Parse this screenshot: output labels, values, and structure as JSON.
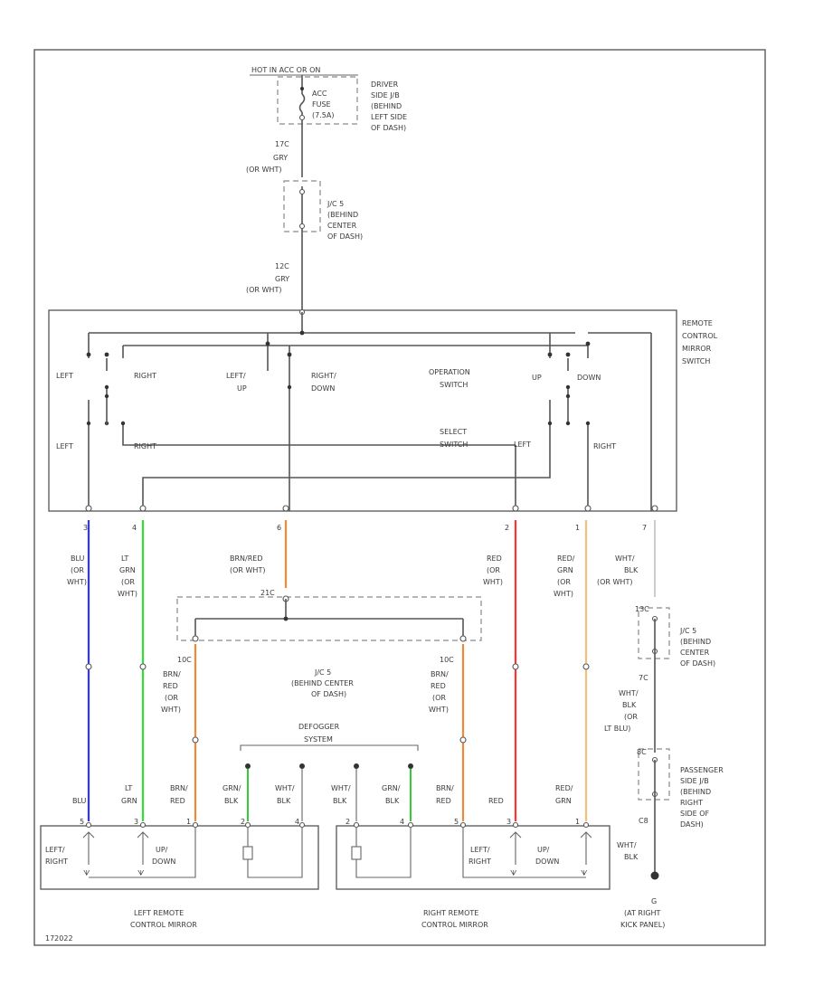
{
  "hot": {
    "label": "HOT IN ACC OR ON"
  },
  "fuse": {
    "l1": "ACC",
    "l2": "FUSE",
    "l3": "(7.5A)",
    "loc1": "DRIVER",
    "loc2": "SIDE J/B",
    "loc3": "(BEHIND",
    "loc4": "LEFT SIDE",
    "loc5": "OF DASH)"
  },
  "w1": {
    "pin": "17C",
    "c1": "GRY",
    "c2": "(OR WHT)"
  },
  "jc1": {
    "l1": "J/C 5",
    "l2": "(BEHIND",
    "l3": "CENTER",
    "l4": "OF DASH)"
  },
  "w2": {
    "pin": "12C",
    "c1": "GRY",
    "c2": "(OR WHT)"
  },
  "sw": {
    "name1": "REMOTE",
    "name2": "CONTROL",
    "name3": "MIRROR",
    "name4": "SWITCH",
    "left": "LEFT",
    "right": "RIGHT",
    "left_up1": "LEFT/",
    "left_up2": "UP",
    "right_down1": "RIGHT/",
    "right_down2": "DOWN",
    "op1": "OPERATION",
    "op2": "SWITCH",
    "up": "UP",
    "down": "DOWN",
    "sel1": "SELECT",
    "sel2": "SWITCH",
    "left_b": "LEFT",
    "right_b": "RIGHT",
    "left_c": "LEFT",
    "right_c": "RIGHT"
  },
  "pins": {
    "p3": "3",
    "p4": "4",
    "p6": "6",
    "p2": "2",
    "p1": "1",
    "p7": "7"
  },
  "wires": {
    "blu": {
      "l1": "BLU",
      "l2": "(OR",
      "l3": "WHT)"
    },
    "ltgrn": {
      "l1": "LT",
      "l2": "GRN",
      "l3": "(OR",
      "l4": "WHT)"
    },
    "brnred": {
      "l1": "BRN/RED",
      "l2": "(OR WHT)"
    },
    "red": {
      "l1": "RED",
      "l2": "(OR",
      "l3": "WHT)"
    },
    "redgrn": {
      "l1": "RED/",
      "l2": "GRN",
      "l3": "(OR",
      "l4": "WHT)"
    },
    "whtblk": {
      "l1": "WHT/",
      "l2": "BLK",
      "l3": "(OR WHT)"
    }
  },
  "jc2": {
    "pin": "21C",
    "l1": "J/C 5",
    "l2": "(BEHIND CENTER",
    "l3": "OF DASH)",
    "pl": "10C",
    "pr": "10C"
  },
  "brnred_l": {
    "l1": "BRN/",
    "l2": "RED",
    "l3": "(OR",
    "l4": "WHT)"
  },
  "brnred_r": {
    "l1": "BRN/",
    "l2": "RED",
    "l3": "(OR",
    "l4": "WHT)"
  },
  "jc3": {
    "pin": "13C",
    "l1": "J/C 5",
    "l2": "(BEHIND",
    "l3": "CENTER",
    "l4": "OF DASH)"
  },
  "w3": {
    "pin": "7C",
    "l1": "WHT/",
    "l2": "BLK",
    "l3": "(OR",
    "l4": "LT BLU)"
  },
  "pj": {
    "pin": "8C",
    "l1": "PASSENGER",
    "l2": "SIDE J/B",
    "l3": "(BEHIND",
    "l4": "RIGHT",
    "l5": "SIDE OF",
    "l6": "DASH)"
  },
  "w4": {
    "pin": "C8",
    "l1": "WHT/",
    "l2": "BLK"
  },
  "ground": {
    "l1": "G",
    "l2": "(AT RIGHT",
    "l3": "KICK PANEL)"
  },
  "defogger": {
    "l1": "DEFOGGER",
    "l2": "SYSTEM"
  },
  "bottom": {
    "blu": "BLU",
    "ltgrn1": "LT",
    "ltgrn2": "GRN",
    "brnred1": "BRN/",
    "brnred2": "RED",
    "grnblk1": "GRN/",
    "grnblk2": "BLK",
    "whtblk1": "WHT/",
    "whtblk2": "BLK",
    "whtblk3": "WHT/",
    "whtblk4": "BLK",
    "grnblk3": "GRN/",
    "grnblk4": "BLK",
    "brnred3": "BRN/",
    "brnred4": "RED",
    "red": "RED",
    "redgrn1": "RED/",
    "redgrn2": "GRN"
  },
  "lm": {
    "lr1": "LEFT/",
    "lr2": "RIGHT",
    "ud1": "UP/",
    "ud2": "DOWN",
    "name1": "LEFT REMOTE",
    "name2": "CONTROL MIRROR"
  },
  "rm": {
    "lr1": "LEFT/",
    "lr2": "RIGHT",
    "ud1": "UP/",
    "ud2": "DOWN",
    "name1": "RIGHT REMOTE",
    "name2": "CONTROL MIRROR"
  },
  "mpins": {
    "a1": "5",
    "a2": "3",
    "a3": "1",
    "a4": "2",
    "a5": "4",
    "b1": "2",
    "b2": "4",
    "b3": "5",
    "b4": "3",
    "b5": "1"
  },
  "code": "172022",
  "colors": {
    "blu": "#3333ff",
    "ltgrn": "#33dd33",
    "brnred": "#f08a3a",
    "red": "#ff3333",
    "redgrn": "#f0c07a",
    "whtblk": "#cccccc",
    "grnblk": "#33cc33"
  }
}
